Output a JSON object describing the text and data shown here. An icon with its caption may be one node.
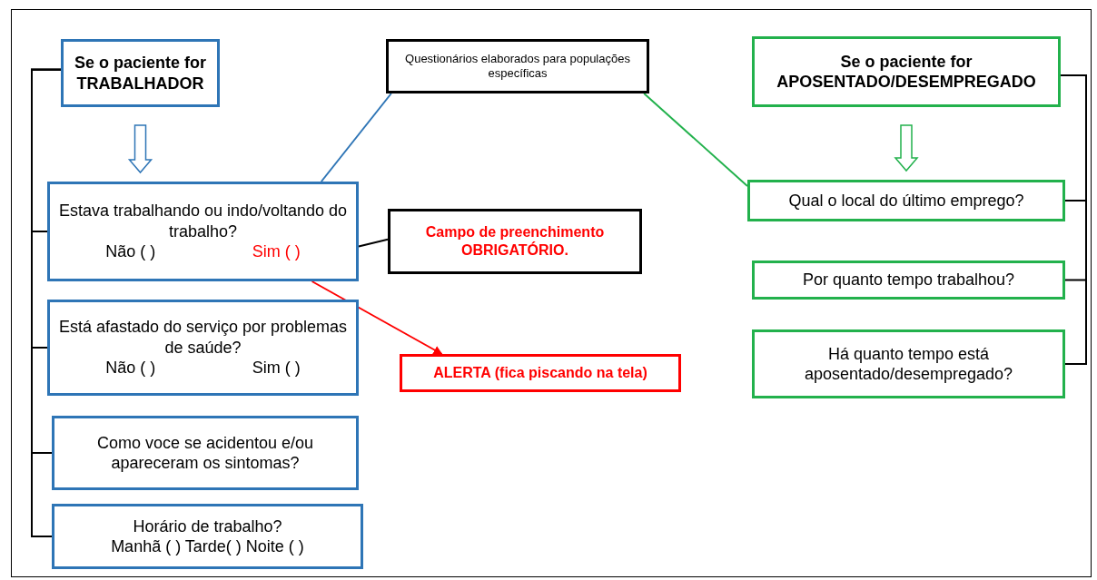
{
  "diagram": {
    "nodes": [
      {
        "text": [
          "Se o paciente for TRABALHADOR"
        ]
      },
      {
        "text": [
          "Questionários elaborados para populações específicas"
        ]
      },
      {
        "text": [
          "Se o paciente for APOSENTADO/DESEMPREGADO"
        ]
      },
      {
        "text": [
          "Estava trabalhando ou indo/voltando do trabalho?",
          "Não ( )",
          "Sim ( )"
        ]
      },
      {
        "text": [
          "Campo de preenchimento OBRIGATÓRIO."
        ]
      },
      {
        "text": [
          "Está afastado do serviço por problemas de saúde?",
          "Não ( )",
          "Sim ( )"
        ]
      },
      {
        "text": [
          "ALERTA (fica piscando na tela)"
        ]
      },
      {
        "text": [
          "Como voce se acidentou e/ou apareceram os sintomas?"
        ]
      },
      {
        "text": [
          "Horário de trabalho?",
          "Manhã ( ) Tarde( ) Noite ( )"
        ]
      },
      {
        "text": [
          "Qual o local do último emprego?"
        ]
      },
      {
        "text": [
          "Por quanto tempo trabalhou?"
        ]
      },
      {
        "text": [
          "Há quanto tempo está aposentado/desempregado?"
        ]
      }
    ],
    "edges": [
      {
        "from": 0,
        "to": 3,
        "arrow": "to",
        "style": "thick",
        "color": "#2e75b6"
      },
      {
        "from": 2,
        "to": 9,
        "arrow": "to",
        "style": "thick",
        "color": "#22b14c"
      },
      {
        "from": 1,
        "to": 3,
        "arrow": "none",
        "color": "#2e75b6"
      },
      {
        "from": 1,
        "to": 9,
        "arrow": "none",
        "color": "#22b14c"
      },
      {
        "from": 4,
        "to": 3,
        "arrow": "none"
      },
      {
        "from": 3,
        "to": 6,
        "arrow": "to",
        "color": "#ff0000"
      },
      {
        "from": 0,
        "to": 3,
        "arrow": "none"
      },
      {
        "from": 0,
        "to": 5,
        "arrow": "none"
      },
      {
        "from": 0,
        "to": 7,
        "arrow": "none"
      },
      {
        "from": 0,
        "to": 8,
        "arrow": "none"
      },
      {
        "from": 2,
        "to": 9,
        "arrow": "none"
      },
      {
        "from": 2,
        "to": 10,
        "arrow": "none"
      },
      {
        "from": 2,
        "to": 11,
        "arrow": "none"
      }
    ]
  }
}
